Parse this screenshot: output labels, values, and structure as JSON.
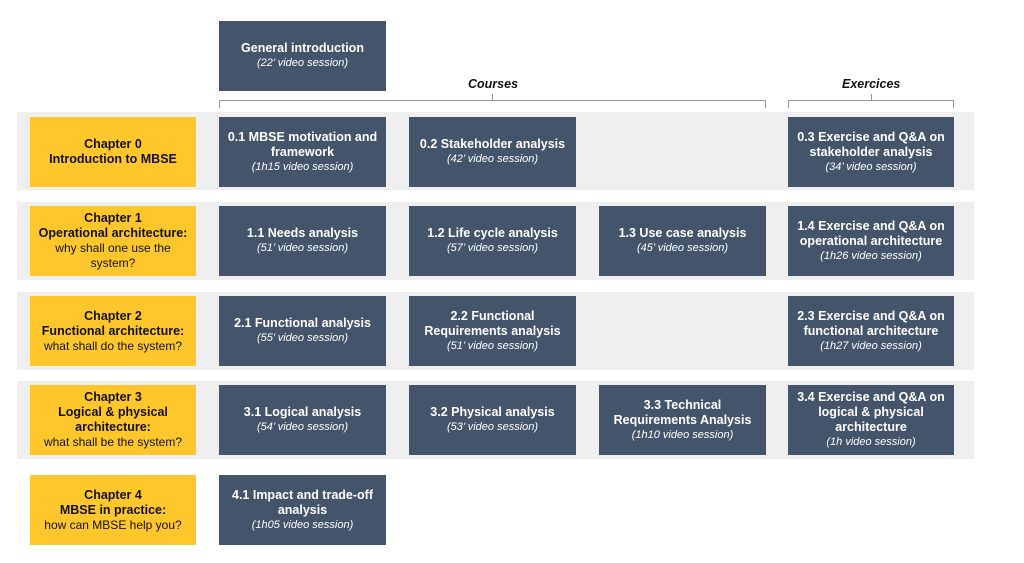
{
  "header": {
    "intro": {
      "title": "General introduction",
      "sub": "(22’ video session)"
    },
    "courses_label": "Courses",
    "exercices_label": "Exercices"
  },
  "chapters": [
    {
      "label": {
        "title": "Chapter 0\nIntroduction to MBSE",
        "sub": ""
      },
      "courses": [
        {
          "title": "0.1 MBSE motivation and framework",
          "sub": "(1h15 video session)"
        },
        {
          "title": "0.2 Stakeholder analysis",
          "sub": "(42’ video session)"
        }
      ],
      "exercise": {
        "title": "0.3 Exercise and Q&A on stakeholder analysis",
        "sub": "(34’ video session)"
      }
    },
    {
      "label": {
        "title": "Chapter 1\nOperational architecture:",
        "sub": "why shall one use the system?"
      },
      "courses": [
        {
          "title": "1.1 Needs analysis",
          "sub": "(51’ video session)"
        },
        {
          "title": "1.2 Life cycle analysis",
          "sub": "(57’ video session)"
        },
        {
          "title": "1.3 Use case analysis",
          "sub": "(45’ video session)"
        }
      ],
      "exercise": {
        "title": "1.4 Exercise and Q&A on operational architecture",
        "sub": "(1h26 video session)"
      }
    },
    {
      "label": {
        "title": "Chapter 2\nFunctional architecture:",
        "sub": "what shall do the system?"
      },
      "courses": [
        {
          "title": "2.1 Functional analysis",
          "sub": "(55’ video session)"
        },
        {
          "title": "2.2 Functional Requirements analysis",
          "sub": "(51’ video session)"
        }
      ],
      "exercise": {
        "title": "2.3 Exercise and Q&A on functional architecture",
        "sub": "(1h27 video session)"
      }
    },
    {
      "label": {
        "title": "Chapter 3\nLogical & physical architecture:",
        "sub": "what shall be the system?"
      },
      "courses": [
        {
          "title": "3.1 Logical analysis",
          "sub": "(54’ video session)"
        },
        {
          "title": "3.2 Physical analysis",
          "sub": "(53’ video session)"
        },
        {
          "title": "3.3 Technical Requirements Analysis",
          "sub": "(1h10 video session)"
        }
      ],
      "exercise": {
        "title": "3.4 Exercise and Q&A on logical & physical architecture",
        "sub": "(1h video session)"
      }
    },
    {
      "label": {
        "title": "Chapter 4\nMBSE in practice:",
        "sub": "how can MBSE help you?"
      },
      "courses": [
        {
          "title": "4.1 Impact and trade-off analysis",
          "sub": "(1h05 video session)"
        }
      ]
    }
  ]
}
